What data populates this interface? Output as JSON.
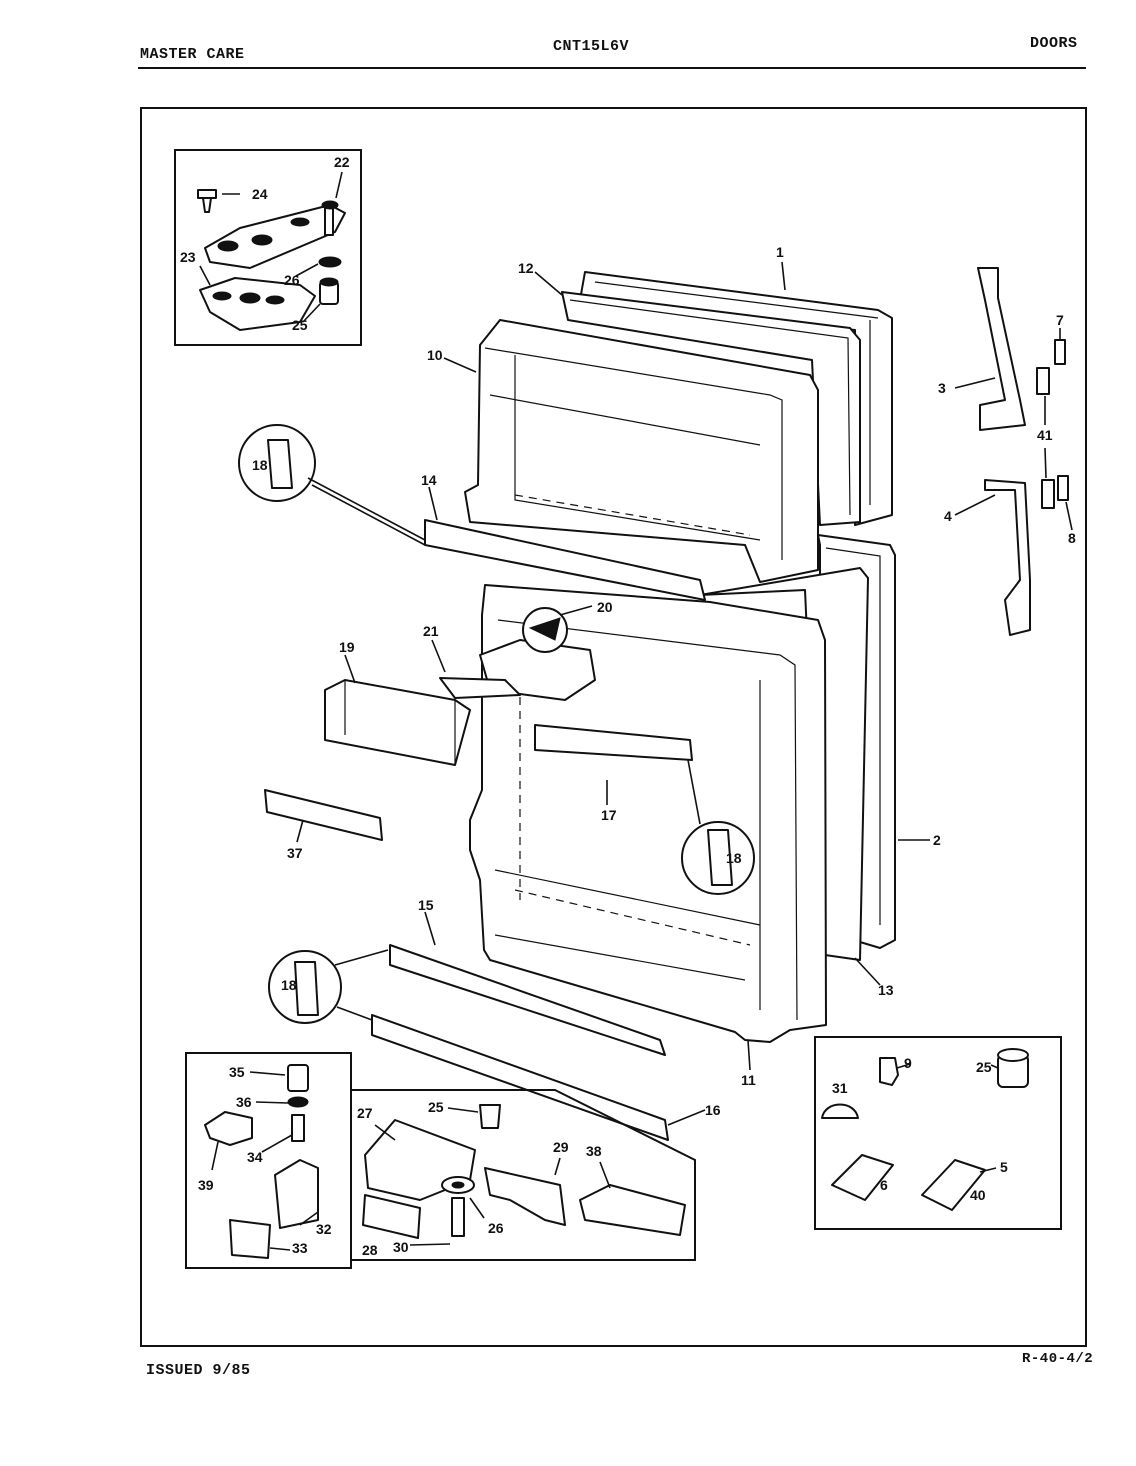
{
  "header": {
    "left": "MASTER CARE",
    "center": "CNT15L6V",
    "right": "DOORS"
  },
  "footer": {
    "issued": "ISSUED 9/85",
    "code": "R-40-4/2"
  },
  "callouts": [
    {
      "id": "1",
      "label": "1"
    },
    {
      "id": "2",
      "label": "2"
    },
    {
      "id": "3",
      "label": "3"
    },
    {
      "id": "4",
      "label": "4"
    },
    {
      "id": "5",
      "label": "5"
    },
    {
      "id": "6",
      "label": "6"
    },
    {
      "id": "7",
      "label": "7"
    },
    {
      "id": "8",
      "label": "8"
    },
    {
      "id": "9",
      "label": "9"
    },
    {
      "id": "10",
      "label": "10"
    },
    {
      "id": "11",
      "label": "11"
    },
    {
      "id": "12",
      "label": "12"
    },
    {
      "id": "13",
      "label": "13"
    },
    {
      "id": "14",
      "label": "14"
    },
    {
      "id": "15",
      "label": "15"
    },
    {
      "id": "16",
      "label": "16"
    },
    {
      "id": "17",
      "label": "17"
    },
    {
      "id": "18a",
      "label": "18"
    },
    {
      "id": "18b",
      "label": "18"
    },
    {
      "id": "18c",
      "label": "18"
    },
    {
      "id": "19",
      "label": "19"
    },
    {
      "id": "20",
      "label": "20"
    },
    {
      "id": "21",
      "label": "21"
    },
    {
      "id": "22",
      "label": "22"
    },
    {
      "id": "23",
      "label": "23"
    },
    {
      "id": "24",
      "label": "24"
    },
    {
      "id": "25a",
      "label": "25"
    },
    {
      "id": "25b",
      "label": "25"
    },
    {
      "id": "25c",
      "label": "25"
    },
    {
      "id": "26a",
      "label": "26"
    },
    {
      "id": "26b",
      "label": "26"
    },
    {
      "id": "27",
      "label": "27"
    },
    {
      "id": "28",
      "label": "28"
    },
    {
      "id": "29",
      "label": "29"
    },
    {
      "id": "30",
      "label": "30"
    },
    {
      "id": "31",
      "label": "31"
    },
    {
      "id": "32",
      "label": "32"
    },
    {
      "id": "33",
      "label": "33"
    },
    {
      "id": "34",
      "label": "34"
    },
    {
      "id": "35",
      "label": "35"
    },
    {
      "id": "36",
      "label": "36"
    },
    {
      "id": "37",
      "label": "37"
    },
    {
      "id": "38",
      "label": "38"
    },
    {
      "id": "39",
      "label": "39"
    },
    {
      "id": "40",
      "label": "40"
    },
    {
      "id": "41",
      "label": "41"
    }
  ]
}
